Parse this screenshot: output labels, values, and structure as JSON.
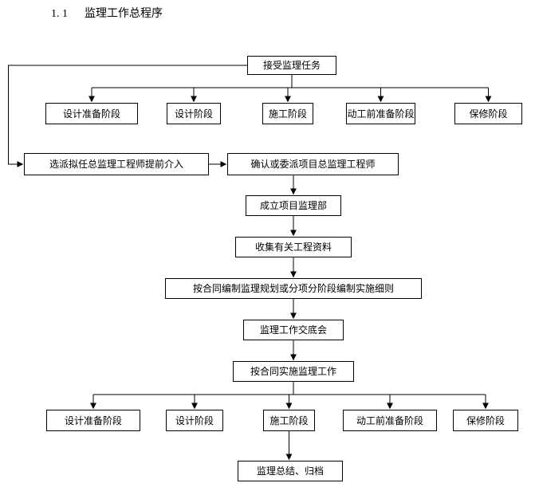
{
  "title": "1. 1      监理工作总程序",
  "colors": {
    "line": "#000000",
    "box_border": "#000000",
    "box_bg": "#ffffff",
    "text": "#000000"
  },
  "nodes": {
    "accept": "接受监理任务",
    "r1_design_prep": "设计准备阶段",
    "r1_design": "设计阶段",
    "r1_construction": "施工阶段",
    "r1_pre_construction": "动工前准备阶段",
    "r1_warranty": "保修阶段",
    "early_involvement": "选派拟任总监理工程师提前介入",
    "confirm_chief": "确认或委派项目总监理工程师",
    "establish_dept": "成立项目监理部",
    "collect_info": "收集有关工程资料",
    "prepare_plan": "按合同编制监理规划或分项分阶段编制实施细则",
    "briefing_meeting": "监理工作交底会",
    "implement_work": "按合同实施监理工作",
    "r2_design_prep": "设计准备阶段",
    "r2_design": "设计阶段",
    "r2_construction": "施工阶段",
    "r2_pre_construction": "动工前准备阶段",
    "r2_warranty": "保修阶段",
    "summary_archive": "监理总结、归档"
  },
  "edges": [
    {
      "from": "accept",
      "to": "r1_design_prep"
    },
    {
      "from": "accept",
      "to": "r1_design"
    },
    {
      "from": "accept",
      "to": "r1_construction"
    },
    {
      "from": "accept",
      "to": "r1_pre_construction"
    },
    {
      "from": "accept",
      "to": "r1_warranty"
    },
    {
      "from": "accept",
      "to": "early_involvement"
    },
    {
      "from": "early_involvement",
      "to": "confirm_chief"
    },
    {
      "from": "confirm_chief",
      "to": "establish_dept"
    },
    {
      "from": "establish_dept",
      "to": "collect_info"
    },
    {
      "from": "collect_info",
      "to": "prepare_plan"
    },
    {
      "from": "prepare_plan",
      "to": "briefing_meeting"
    },
    {
      "from": "briefing_meeting",
      "to": "implement_work"
    },
    {
      "from": "implement_work",
      "to": "r2_design_prep"
    },
    {
      "from": "implement_work",
      "to": "r2_design"
    },
    {
      "from": "implement_work",
      "to": "r2_construction"
    },
    {
      "from": "implement_work",
      "to": "r2_pre_construction"
    },
    {
      "from": "implement_work",
      "to": "r2_warranty"
    },
    {
      "from": "r2_construction",
      "to": "summary_archive"
    }
  ]
}
